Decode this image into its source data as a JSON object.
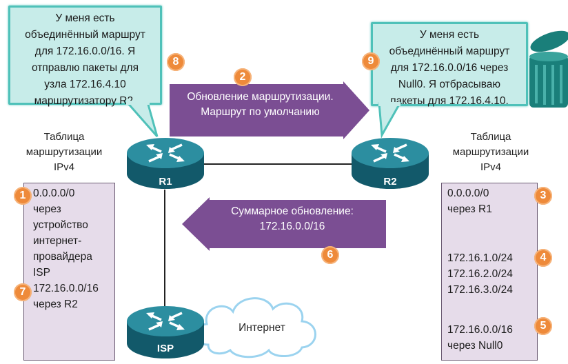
{
  "callouts": {
    "r1": "У меня есть объединённый маршрут для 172.16.0.0/16. Я отправлю пакеты для узла 172.16.4.10 маршрутизатору R2.",
    "r1_lines": [
      "У меня есть",
      "объединённый маршрут",
      "для 172.16.0.0/16. Я",
      "отправлю пакеты для",
      "узла 172.16.4.10",
      "маршрутизатору R2."
    ],
    "r2_lines": [
      "У меня есть",
      "объединённый маршрут",
      "для 172.16.0.0/16 через",
      "Null0. Я отбрасываю",
      "пакеты для 172.16.4.10."
    ]
  },
  "arrows": {
    "update_line1": "Обновление маршрутизации.",
    "update_line2": "Маршрут по умолчанию",
    "summary_line1": "Суммарное обновление:",
    "summary_line2": "172.16.0.0/16"
  },
  "routers": {
    "r1": "R1",
    "r2": "R2",
    "isp": "ISP"
  },
  "cloud_label": "Интернет",
  "left_table": {
    "title_lines": [
      "Таблица",
      "маршрутизации",
      "IPv4"
    ],
    "entries": [
      "0.0.0.0/0",
      "через",
      "устройство",
      "интернет-",
      "провайдера",
      "ISP",
      "172.16.0.0/16",
      "через R2"
    ]
  },
  "right_table": {
    "title_lines": [
      "Таблица",
      "маршрутизации",
      "IPv4"
    ],
    "entries": [
      "0.0.0.0/0",
      "через R1",
      "",
      "172.16.1.0/24",
      "172.16.2.0/24",
      "172.16.3.0/24",
      "",
      "172.16.0.0/16",
      "через Null0"
    ]
  },
  "badges": [
    "1",
    "2",
    "3",
    "4",
    "5",
    "6",
    "7",
    "8",
    "9"
  ],
  "colors": {
    "callout_fill": "#c7ece9",
    "callout_border": "#4fc1b9",
    "table_fill": "#e6dcea",
    "arrow_fill": "#7b4e93",
    "badge": "#ee8a3a",
    "router": "#1d6f7a",
    "trash": "#1a7f7a"
  }
}
